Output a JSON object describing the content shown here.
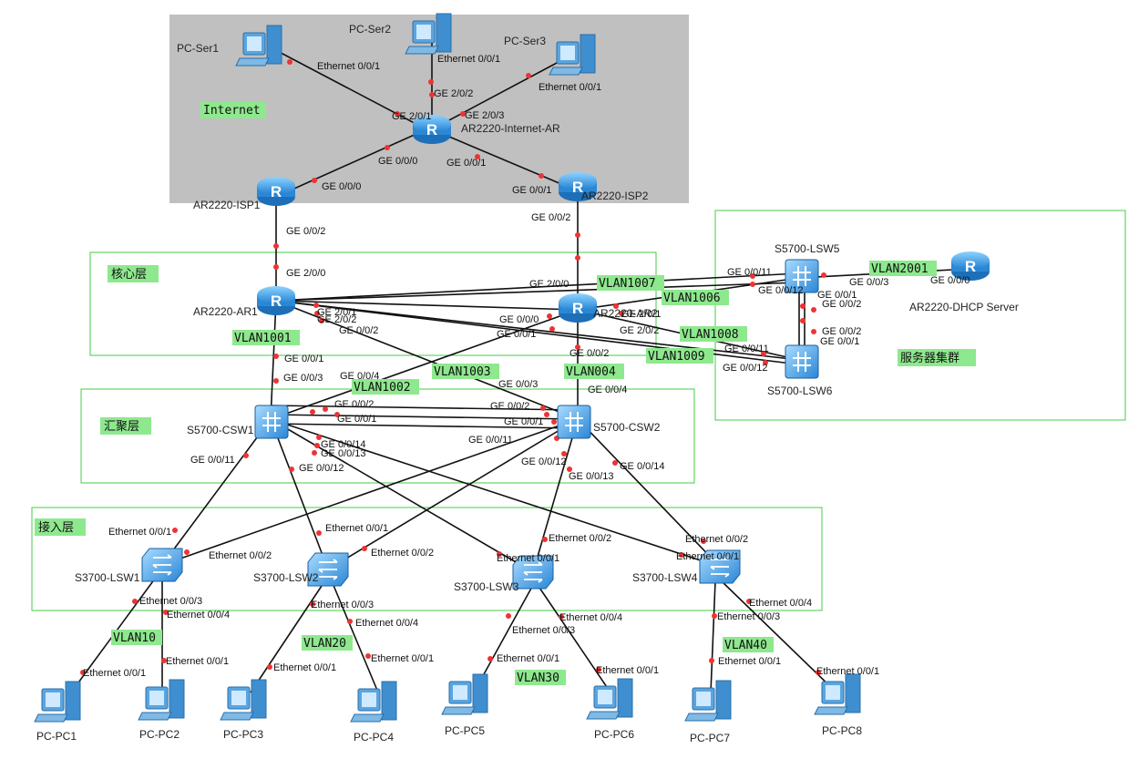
{
  "zones": {
    "internet": "Internet",
    "core": "核心层",
    "aggregation": "汇聚层",
    "access": "接入层",
    "server_cluster": "服务器集群"
  },
  "devices": {
    "pc_ser1": "PC-Ser1",
    "pc_ser2": "PC-Ser2",
    "pc_ser3": "PC-Ser3",
    "internet_ar": "AR2220-Internet-AR",
    "isp1": "AR2220-ISP1",
    "isp2": "AR2220-ISP2",
    "ar1": "AR2220-AR1",
    "ar2": "AR2220-AR2",
    "lsw5": "S5700-LSW5",
    "lsw6": "S5700-LSW6",
    "dhcp": "AR2220-DHCP Server",
    "csw1": "S5700-CSW1",
    "csw2": "S5700-CSW2",
    "lsw1": "S3700-LSW1",
    "lsw2": "S3700-LSW2",
    "lsw3": "S3700-LSW3",
    "lsw4": "S3700-LSW4",
    "pc1": "PC-PC1",
    "pc2": "PC-PC2",
    "pc3": "PC-PC3",
    "pc4": "PC-PC4",
    "pc5": "PC-PC5",
    "pc6": "PC-PC6",
    "pc7": "PC-PC7",
    "pc8": "PC-PC8"
  },
  "vlans": {
    "v1001": "VLAN1001",
    "v1002": "VLAN1002",
    "v1003": "VLAN1003",
    "v004": "VLAN004",
    "v1007": "VLAN1007",
    "v1006": "VLAN1006",
    "v1008": "VLAN1008",
    "v1009": "VLAN1009",
    "v2001": "VLAN2001",
    "v10": "VLAN10",
    "v20": "VLAN20",
    "v30": "VLAN30",
    "v40": "VLAN40"
  },
  "ports": [
    "Ethernet 0/0/1",
    "Ethernet 0/0/1",
    "Ethernet 0/0/1",
    "GE 2/0/1",
    "GE 2/0/2",
    "GE 2/0/3",
    "GE 0/0/0",
    "GE 0/0/1",
    "GE 0/0/0",
    "GE 0/0/1",
    "GE 0/0/2",
    "GE 0/0/2",
    "GE 2/0/0",
    "GE 2/0/0",
    "GE 2/0/1",
    "GE 2/0/2",
    "GE 0/0/2",
    "GE 0/0/0",
    "GE 0/0/1",
    "GE 2/0/1",
    "GE 2/0/2",
    "GE 0/0/1",
    "GE 0/0/3",
    "GE 0/0/2",
    "GE 0/0/3",
    "GE 0/0/11",
    "GE 0/0/12",
    "GE 0/0/3",
    "GE 0/0/1",
    "GE 0/0/2",
    "GE 0/0/0",
    "GE 0/0/2",
    "GE 0/0/1",
    "GE 0/0/11",
    "GE 0/0/12",
    "GE 0/0/4",
    "GE 0/0/2",
    "GE 0/0/1",
    "GE 0/0/4",
    "GE 0/0/2",
    "GE 0/0/1",
    "GE 0/0/11",
    "GE 0/0/12",
    "GE 0/0/13",
    "GE 0/0/14",
    "GE 0/0/11",
    "GE 0/0/12",
    "GE 0/0/13",
    "GE 0/0/14",
    "Ethernet 0/0/1",
    "Ethernet 0/0/2",
    "Ethernet 0/0/3",
    "Ethernet 0/0/4",
    "Ethernet 0/0/1",
    "Ethernet 0/0/2",
    "Ethernet 0/0/3",
    "Ethernet 0/0/4",
    "Ethernet 0/0/1",
    "Ethernet 0/0/2",
    "Ethernet 0/0/3",
    "Ethernet 0/0/4",
    "Ethernet 0/0/2",
    "Ethernet 0/0/1",
    "Ethernet 0/0/3",
    "Ethernet 0/0/4",
    "Ethernet 0/0/1",
    "Ethernet 0/0/1",
    "Ethernet 0/0/1",
    "Ethernet 0/0/1",
    "Ethernet 0/0/1",
    "Ethernet 0/0/1",
    "Ethernet 0/0/1",
    "Ethernet 0/0/1"
  ],
  "colors": {
    "internet_zone": "#c0c0c0",
    "zone_border": "#44cc44",
    "vlan_label": "#8ee88e",
    "port_dot": "#ee3333"
  }
}
